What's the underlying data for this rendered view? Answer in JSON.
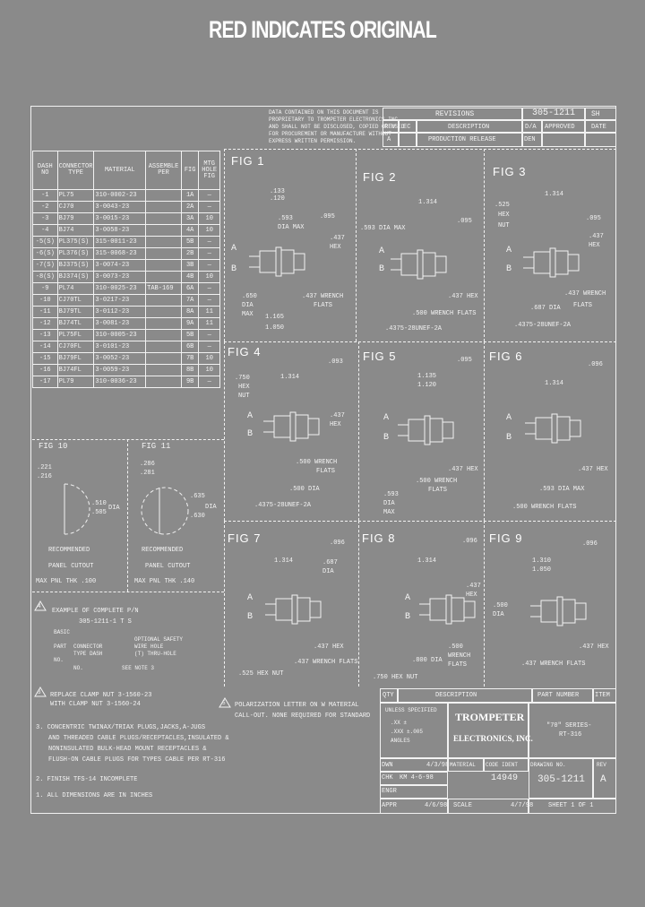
{
  "header": {
    "title": "RED INDICATES ORIGINAL"
  },
  "notice": {
    "lines": [
      "DATA CONTAINED ON THIS DOCUMENT IS",
      "PROPRIETARY TO TROMPETER ELECTRONICS INC.",
      "AND SHALL NOT BE DISCLOSED, COPIED OR USED",
      "FOR PROCUREMENT OR MANUFACTURE WITHOUT",
      "EXPRESS WRITTEN PERMISSION."
    ]
  },
  "revisions": {
    "title": "REVISIONS",
    "doc_no": "305-1211",
    "sh": "SH",
    "cols": [
      "REV",
      "EC",
      "DESCRIPTION",
      "D/A",
      "APPROVED",
      "DATE"
    ],
    "row": {
      "rev": "A",
      "ec": "",
      "desc": "PRODUCTION RELEASE",
      "da": "DEN",
      "approved": "",
      "date": ""
    }
  },
  "parts_table": {
    "headers": [
      "DASH NO",
      "CONNECTOR TYPE",
      "MATERIAL",
      "ASSEMBLE PER",
      "FIG",
      "MTG HOLE FIG"
    ],
    "rows": [
      [
        "-1",
        "PL75",
        "310-0002-23",
        "",
        "1A",
        "—"
      ],
      [
        "-2",
        "CJ70",
        "3-0043-23",
        "",
        "2A",
        "—"
      ],
      [
        "-3",
        "BJ79",
        "3-0015-23",
        "",
        "3A",
        "10"
      ],
      [
        "-4",
        "BJ74",
        "3-0058-23",
        "",
        "4A",
        "10"
      ],
      [
        "-5(S)",
        "PL375(S)",
        "315-0011-23",
        "",
        "5B",
        "—"
      ],
      [
        "-6(S)",
        "PL376(S)",
        "315-0068-23",
        "",
        "2B",
        "—"
      ],
      [
        "-7(S)",
        "BJ375(S)",
        "3-0074-23",
        "",
        "3B",
        "—"
      ],
      [
        "-8(S)",
        "BJ374(S)",
        "3-0073-23",
        "",
        "4B",
        "10"
      ],
      [
        "-9",
        "PL74",
        "310-0025-23",
        "TAB-169",
        "6A",
        "—"
      ],
      [
        "-10",
        "CJ70TL",
        "3-0217-23",
        "",
        "7A",
        "—"
      ],
      [
        "-11",
        "BJ79TL",
        "3-0112-23",
        "",
        "8A",
        "11"
      ],
      [
        "-12",
        "BJ74TL",
        "3-0081-23",
        "",
        "9A",
        "11"
      ],
      [
        "-13",
        "PL75FL",
        "310-0005-23",
        "",
        "5B",
        "—"
      ],
      [
        "-14",
        "CJ70FL",
        "3-0101-23",
        "",
        "6B",
        "—"
      ],
      [
        "-15",
        "BJ79FL",
        "3-0052-23",
        "",
        "7B",
        "10"
      ],
      [
        "-16",
        "BJ74FL",
        "3-0059-23",
        "",
        "8B",
        "10"
      ],
      [
        "-17",
        "PL79",
        "310-0036-23",
        "",
        "9B",
        "—"
      ]
    ]
  },
  "figures": {
    "fig1": {
      "label": "FIG 1",
      "dims": [
        ".133",
        ".120",
        ".593",
        "DIA MAX",
        ".095",
        ".437",
        "HEX",
        ".650",
        "DIA",
        "MAX",
        ".437 WRENCH",
        "FLATS",
        "1.165",
        "1.050"
      ],
      "a": "A",
      "b": "B"
    },
    "fig2": {
      "label": "FIG 2",
      "dims": [
        "1.314",
        ".593 DIA MAX",
        ".095",
        ".437 HEX",
        ".500 WRENCH FLATS",
        ".4375-28UNEF-2A"
      ],
      "a": "A",
      "b": "B"
    },
    "fig3": {
      "label": "FIG 3",
      "dims": [
        ".525",
        "HEX",
        "NUT",
        "1.314",
        ".095",
        ".437",
        "HEX",
        ".437 WRENCH",
        ".687 DIA",
        "FLATS",
        ".4375-28UNEF-2A"
      ],
      "a": "A",
      "b": "B"
    },
    "fig4": {
      "label": "FIG 4",
      "dims": [
        ".750",
        "HEX",
        "NUT",
        "1.314",
        ".093",
        ".437",
        "HEX",
        ".500 WRENCH",
        "FLATS",
        ".500 DIA",
        ".4375-28UNEF-2A"
      ],
      "a": "A",
      "b": "B"
    },
    "fig5": {
      "label": "FIG 5",
      "dims": [
        "1.135",
        "1.120",
        ".095",
        ".437 HEX",
        ".593",
        "DIA",
        "MAX",
        ".500 WRENCH",
        "FLATS"
      ],
      "a": "A",
      "b": "B"
    },
    "fig6": {
      "label": "FIG 6",
      "dims": [
        "1.314",
        ".096",
        ".437 HEX",
        ".593 DIA MAX",
        ".500 WRENCH FLATS"
      ],
      "a": "A",
      "b": "B"
    },
    "fig7": {
      "label": "FIG 7",
      "dims": [
        "1.314",
        ".096",
        ".687",
        "DIA",
        ".437 HEX",
        ".437 WRENCH FLATS",
        ".525 HEX NUT"
      ],
      "a": "A",
      "b": "B"
    },
    "fig8": {
      "label": "FIG 8",
      "dims": [
        "1.314",
        ".096",
        ".437",
        "HEX",
        ".500",
        "WRENCH",
        "FLATS",
        ".800 DIA",
        ".750 HEX NUT"
      ],
      "a": "A",
      "b": "B"
    },
    "fig9": {
      "label": "FIG 9",
      "dims": [
        "1.310",
        "1.050",
        ".096",
        ".500",
        "DIA",
        ".437 HEX",
        ".437 WRENCH FLATS"
      ],
      "a": "A",
      "b": "B"
    },
    "fig10": {
      "label": "FIG 10",
      "dims": [
        ".221",
        ".216",
        ".510",
        ".505",
        "DIA"
      ],
      "rec1": "RECOMMENDED",
      "rec2": "PANEL CUTOUT",
      "max": "MAX PNL THK .100"
    },
    "fig11": {
      "label": "FIG 11",
      "dims": [
        ".286",
        ".281",
        ".635",
        ".630",
        "DIA"
      ],
      "rec1": "RECOMMENDED",
      "rec2": "PANEL CUTOUT",
      "max": "MAX PNL THK .140"
    }
  },
  "notes": {
    "note4_title": "EXAMPLE OF COMPLETE P/N",
    "note4_pn": "305-1211-1 T S",
    "note4_basic": "BASIC",
    "note4_part": "PART",
    "note4_no": "NO.",
    "note4_conn": "CONNECTOR",
    "note4_type": "TYPE DASH",
    "note4_no2": "NO.",
    "note4_opt1": "OPTIONAL SAFETY",
    "note4_opt2": "WIRE HOLE",
    "note4_opt3": "(T) THRU-HOLE",
    "note4_see": "SEE NOTE 3",
    "note3": "REPLACE CLAMP NUT 3-1560-23",
    "note3b": "WITH CLAMP NUT 3-1560-24",
    "note3_num": "3",
    "note4_num": "4",
    "note5a": "POLARIZATION LETTER ON W MATERIAL",
    "note5b": "CALL-OUT. NONE REQUIRED FOR STANDARD",
    "note5_num": "5",
    "n3": "3.  CONCENTRIC TWINAX/TRIAX PLUGS,JACKS,A-JUGS",
    "n3b": "AND THREADED CABLE PLUGS/RECEPTACLES,INSULATED &",
    "n3c": "NONINSULATED BULK-HEAD MOUNT RECEPTACLES &",
    "n3d": "FLUSH-ON CABLE PLUGS FOR TYPES CABLE PER RT-316",
    "n2": "2.  FINISH TFS-14 INCOMPLETE",
    "n1": "1.  ALL DIMENSIONS ARE IN INCHES"
  },
  "title_block": {
    "qty": "QTY",
    "description": "DESCRIPTION",
    "part_number": "PART NUMBER",
    "item": "ITEM",
    "tol_title": "UNLESS SPECIFIED",
    "tol1": ".XX ±",
    "tol2": ".XXX ±.005",
    "tol3": "ANGLES",
    "company1": "TROMPETER",
    "company2": "ELECTRONICS, INC.",
    "series1": "\"70\" SERIES-",
    "series2": "RT-316",
    "dwn": "DWN",
    "chk": "CHK",
    "engr": "ENGR",
    "appr": "APPR",
    "dwn_val": "",
    "chk_val": "KM  4-6-98",
    "dwn_date": "4/3/98",
    "appr_val": "",
    "appr_date": "4/6/98",
    "material": "MATERIAL",
    "code_ident": "CODE IDENT",
    "code_val": "14949",
    "scale": "SCALE",
    "drawing_no": "DRAWING NO.",
    "drawing_val": "305-1211",
    "rev": "REV",
    "rev_val": "A",
    "sheet": "SHEET 1 OF 1",
    "sheet_date": "4/7/98"
  }
}
